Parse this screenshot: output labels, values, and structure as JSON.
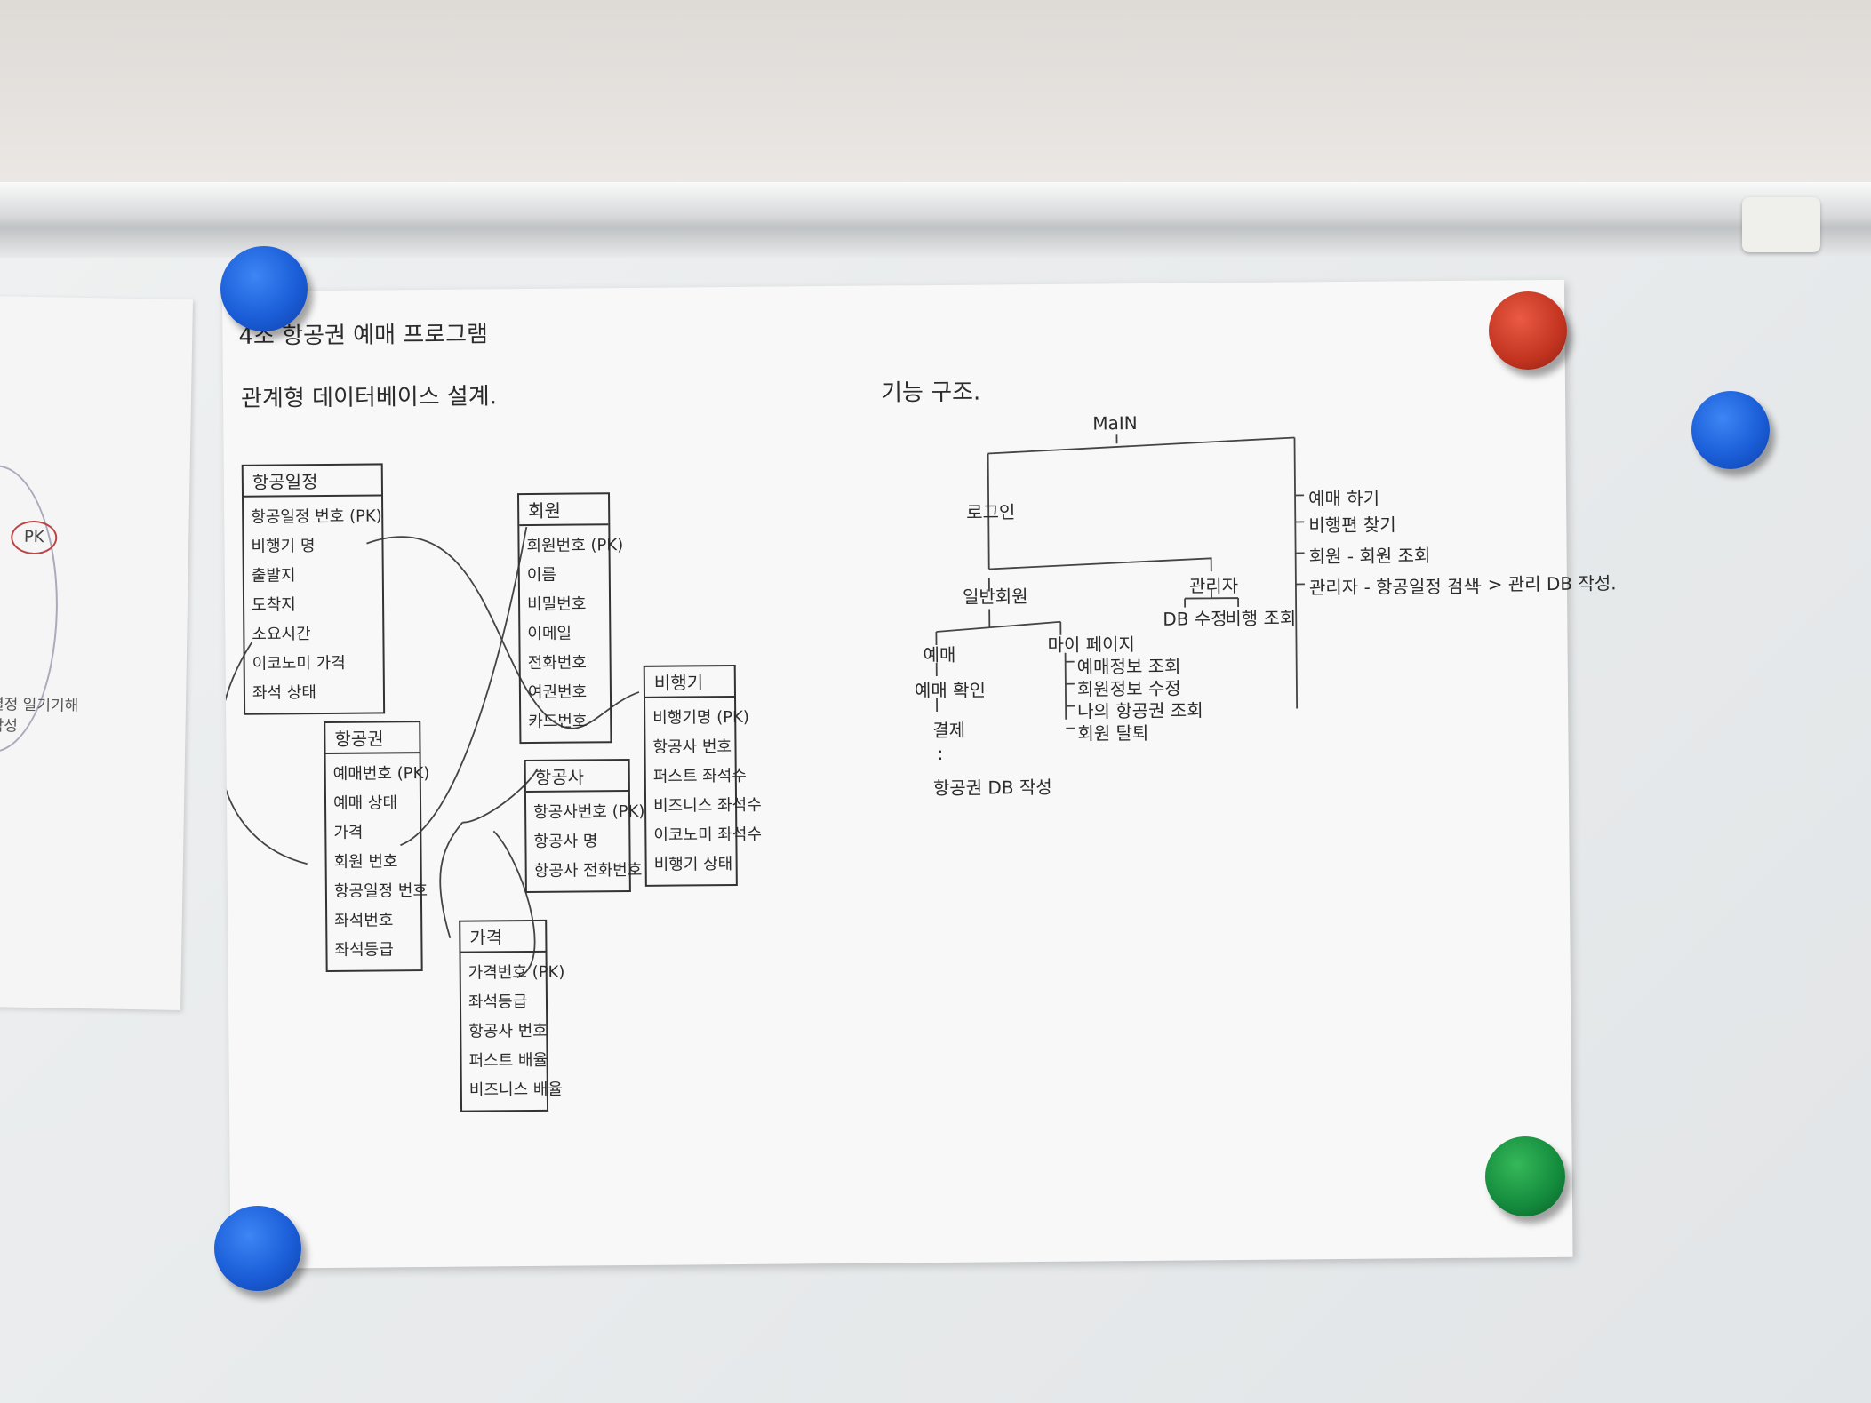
{
  "header": {
    "title": "4조  항공권 예매 프로그램"
  },
  "left_section": {
    "title": "관계형 데이터베이스 설계."
  },
  "right_section": {
    "title": "기능 구조."
  },
  "tables": [
    {
      "name": "항공일정",
      "rows": [
        "항공일정 번호 (PK)",
        "비행기 명",
        "출발지",
        "도착지",
        "소요시간",
        "이코노미 가격",
        "좌석 상태"
      ]
    },
    {
      "name": "항공권",
      "rows": [
        "예매번호 (PK)",
        "예매 상태",
        "가격",
        "회원 번호",
        "항공일정 번호",
        "좌석번호",
        "좌석등급"
      ]
    },
    {
      "name": "회원",
      "rows": [
        "회원번호 (PK)",
        "이름",
        "비밀번호",
        "이메일",
        "전화번호",
        "여권번호",
        "카드번호"
      ]
    },
    {
      "name": "비행기",
      "rows": [
        "비행기명 (PK)",
        "항공사 번호",
        "퍼스트 좌석수",
        "비즈니스 좌석수",
        "이코노미 좌석수",
        "비행기 상태"
      ]
    },
    {
      "name": "항공사",
      "rows": [
        "항공사번호 (PK)",
        "항공사 명",
        "항공사 전화번호"
      ]
    },
    {
      "name": "가격",
      "rows": [
        "가격번호 (PK)",
        "좌석등급",
        "항공사 번호",
        "퍼스트 배율",
        "비즈니스 배율"
      ]
    }
  ],
  "tree": {
    "root": "MaIN",
    "login": "로그인",
    "right_items": [
      "예매 하기",
      "비행편 찾기",
      "회원 - 회원 조회",
      "관리자 - 항공일정 검색"
    ],
    "admin_arrow": "- - - > 관리 DB 작성.",
    "normal": "일반회원",
    "manager": "관리자",
    "manager_children": [
      "DB 수정",
      "비행 조회"
    ],
    "reserve": "예매",
    "reserve_chain": [
      "예매 확인",
      "결제",
      "항공권 DB 작성"
    ],
    "mypage": "마이 페이지",
    "mypage_items": [
      "예매정보 조회",
      "회원정보 수정",
      "나의 항공권 조회",
      "회원 탈퇴"
    ],
    "dots": ":"
  },
  "left_sheet": {
    "pk": "PK",
    "note": "결정 \n 일기기해 작성"
  },
  "magnets": [
    {
      "color": "#1b5ed8"
    },
    {
      "color": "#c23420"
    },
    {
      "color": "#1b5ed8"
    },
    {
      "color": "#1b5ed8"
    },
    {
      "color": "#138a3c"
    }
  ]
}
